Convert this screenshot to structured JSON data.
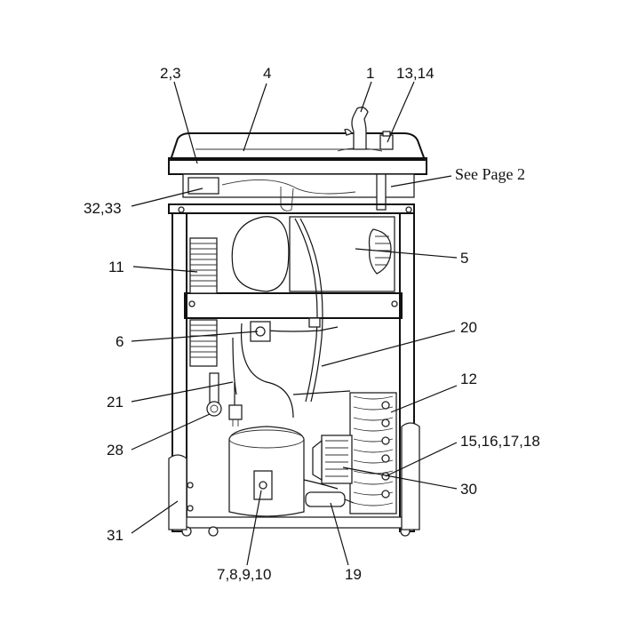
{
  "callouts": [
    {
      "id": "c1",
      "text": "1"
    },
    {
      "id": "c2",
      "text": "2,3"
    },
    {
      "id": "c3",
      "text": "4"
    },
    {
      "id": "c4",
      "text": "13,14"
    },
    {
      "id": "c5",
      "text": "See Page 2"
    },
    {
      "id": "c6",
      "text": "32,33"
    },
    {
      "id": "c7",
      "text": "11"
    },
    {
      "id": "c8",
      "text": "5"
    },
    {
      "id": "c9",
      "text": "6"
    },
    {
      "id": "c10",
      "text": "20"
    },
    {
      "id": "c11",
      "text": "12"
    },
    {
      "id": "c12",
      "text": "21"
    },
    {
      "id": "c13",
      "text": "28"
    },
    {
      "id": "c14",
      "text": "15,16,17,18"
    },
    {
      "id": "c15",
      "text": "30"
    },
    {
      "id": "c16",
      "text": "31"
    },
    {
      "id": "c17",
      "text": "7,8,9,10"
    },
    {
      "id": "c18",
      "text": "19"
    }
  ]
}
